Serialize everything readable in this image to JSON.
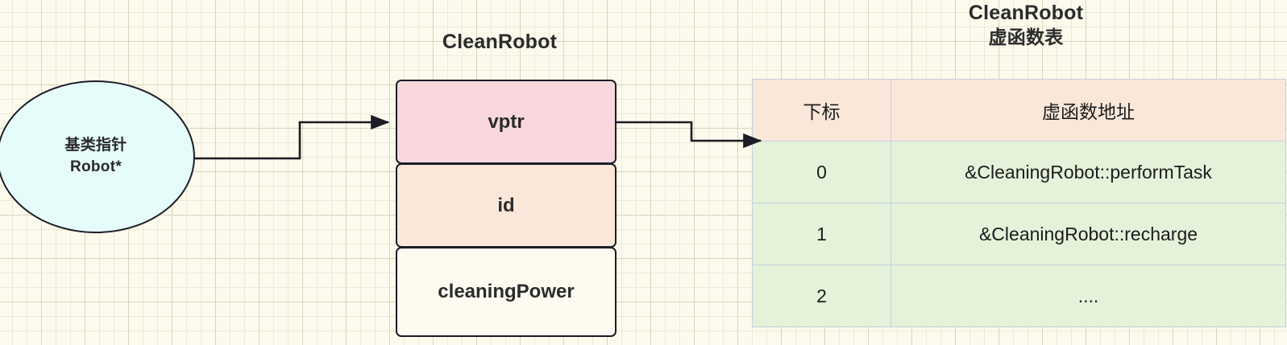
{
  "diagram": {
    "pointer_node": {
      "line1": "基类指针",
      "line2": "Robot*",
      "fill": "#e6fcfb"
    },
    "object": {
      "title": "CleanRobot",
      "fields": [
        {
          "label": "vptr",
          "fill": "#f9d8dd"
        },
        {
          "label": "id",
          "fill": "#fbe7da"
        },
        {
          "label": "cleaningPower",
          "fill": "#fdfbf0"
        }
      ]
    },
    "vtable": {
      "title_line1": "CleanRobot",
      "title_line2": "虚函数表",
      "headers": [
        "下标",
        "虚函数地址"
      ],
      "rows": [
        {
          "index": "0",
          "address": "&CleaningRobot::performTask"
        },
        {
          "index": "1",
          "address": "&CleaningRobot::recharge"
        },
        {
          "index": "2",
          "address": "...."
        }
      ],
      "header_fill": "#fbe7da",
      "body_fill": "#e4f2da",
      "border_color": "#c3cfe0"
    },
    "connectors": [
      {
        "name": "pointer-to-vptr"
      },
      {
        "name": "vptr-to-vtable"
      }
    ],
    "canvas": {
      "background": "#fbfaec",
      "stroke": "#1c1c26"
    }
  }
}
